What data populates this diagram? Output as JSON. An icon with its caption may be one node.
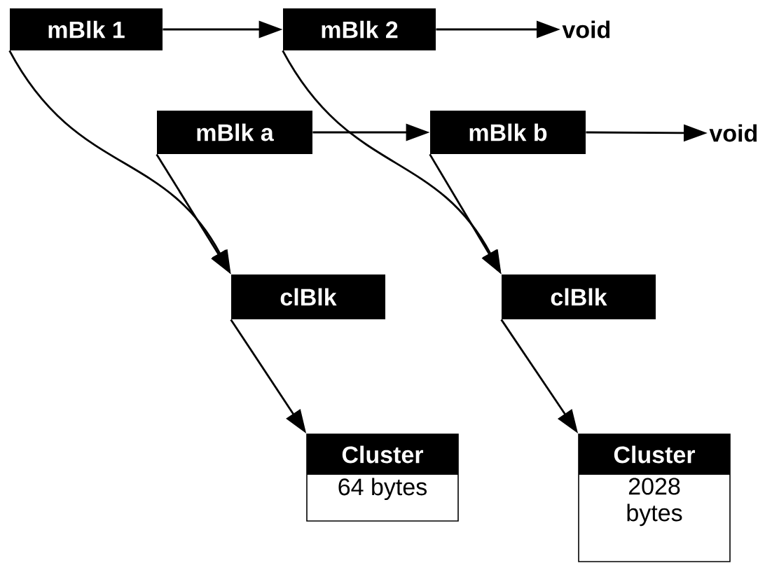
{
  "diagram": {
    "nodes": [
      {
        "text": [
          "mBlk 1"
        ]
      },
      {
        "text": [
          "mBlk 2"
        ]
      },
      {
        "text": [
          "void"
        ]
      },
      {
        "text": [
          "mBlk a"
        ]
      },
      {
        "text": [
          "mBlk b"
        ]
      },
      {
        "text": [
          "void"
        ]
      },
      {
        "text": [
          "clBlk"
        ]
      },
      {
        "text": [
          "clBlk"
        ]
      },
      {
        "text": [
          "Cluster",
          "64 bytes"
        ]
      },
      {
        "text": [
          "Cluster",
          "2028 bytes"
        ]
      }
    ],
    "edges": [
      {
        "from": 0,
        "to": 1,
        "arrow": "to"
      },
      {
        "from": 1,
        "to": 2,
        "arrow": "to"
      },
      {
        "from": 3,
        "to": 4,
        "arrow": "to"
      },
      {
        "from": 4,
        "to": 5,
        "arrow": "to"
      },
      {
        "from": 0,
        "to": 6,
        "arrow": "to"
      },
      {
        "from": 3,
        "to": 6,
        "arrow": "to"
      },
      {
        "from": 1,
        "to": 7,
        "arrow": "to"
      },
      {
        "from": 4,
        "to": 7,
        "arrow": "to"
      },
      {
        "from": 6,
        "to": 8,
        "arrow": "to"
      },
      {
        "from": 7,
        "to": 9,
        "arrow": "to"
      }
    ]
  }
}
